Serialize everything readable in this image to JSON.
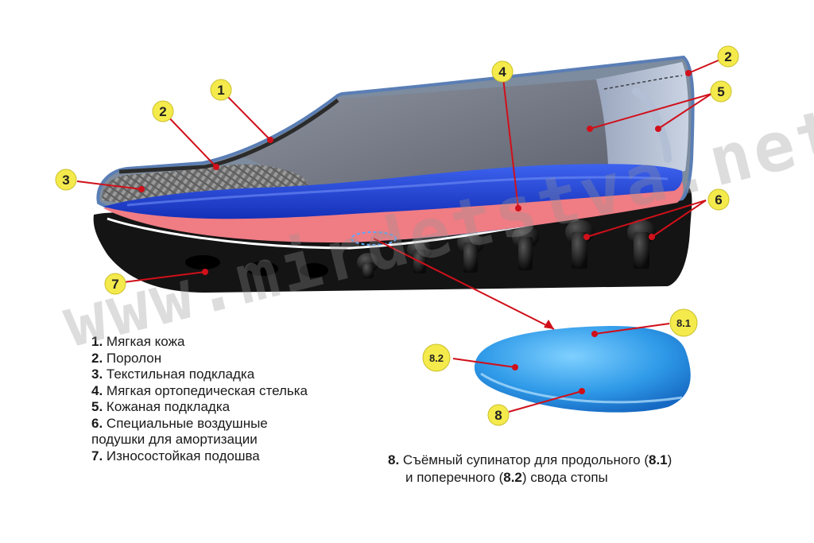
{
  "callouts": [
    {
      "id": "1",
      "label": "1"
    },
    {
      "id": "2a",
      "label": "2"
    },
    {
      "id": "2b",
      "label": "2"
    },
    {
      "id": "3",
      "label": "3"
    },
    {
      "id": "4",
      "label": "4"
    },
    {
      "id": "5",
      "label": "5"
    },
    {
      "id": "6",
      "label": "6"
    },
    {
      "id": "7",
      "label": "7"
    },
    {
      "id": "8",
      "label": "8"
    },
    {
      "id": "8_1",
      "label": "8.1"
    },
    {
      "id": "8_2",
      "label": "8.2"
    }
  ],
  "legend": [
    {
      "num": "1.",
      "text": "Мягкая кожа"
    },
    {
      "num": "2.",
      "text": "Поролон"
    },
    {
      "num": "3.",
      "text": "Текстильная подкладка"
    },
    {
      "num": "4.",
      "text": "Мягкая ортопедическая стелька"
    },
    {
      "num": "5.",
      "text": "Кожаная подкладка"
    },
    {
      "num": "6.",
      "text": "Специальные воздушные"
    },
    {
      "num": "",
      "text": "подушки для амортизации"
    },
    {
      "num": "7.",
      "text": "Износостойкая подошва"
    }
  ],
  "note": {
    "num": "8.",
    "line1_text": "Съёмный супинатор для продольного (",
    "line1_ref": "8.1",
    "line1_end": ")",
    "line2_text": "и поперечного (",
    "line2_ref": "8.2",
    "line2_end": ") свода стопы"
  },
  "watermark": "www.mirdetstva.net",
  "colors": {
    "callout_fill": "#f4ea4c",
    "leader_line": "#d0101a",
    "upper": "#6b6f7c",
    "insole_blue": "#1e3fd6",
    "insole_pink": "#f07c84",
    "sole": "#141414",
    "supinator": "#3aa6f0"
  }
}
